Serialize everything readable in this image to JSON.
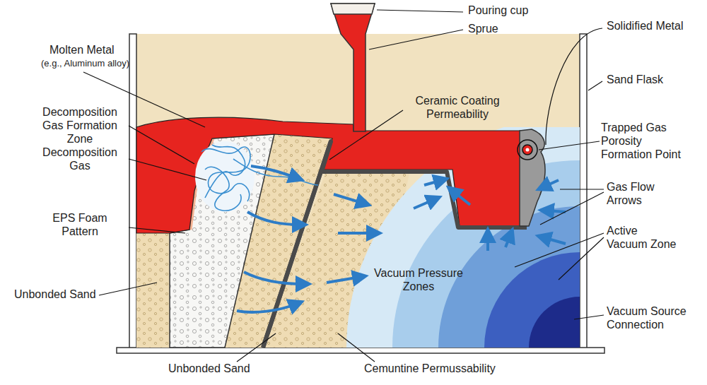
{
  "diagram": {
    "labels": [
      "Pouring cup",
      "Sprue",
      "Molten Metal",
      "(e.g., Aluminum alloy)",
      "Solidified Metal",
      "Sand Flask",
      "Decomposition Gas Formation Zone",
      "Ceramic Coating Permeability",
      "Decomposition Gas",
      "Trapped Gas Porosity Formation Point",
      "EPS Foam Pattern",
      "Gas Flow Arrows",
      "Active Vacuum Zone",
      "Unbonded Sand",
      "Vacuum Pressure Zones",
      "Vacuum Source Connection",
      "Unbonded Sand",
      "Cemuntine Permussability"
    ]
  }
}
